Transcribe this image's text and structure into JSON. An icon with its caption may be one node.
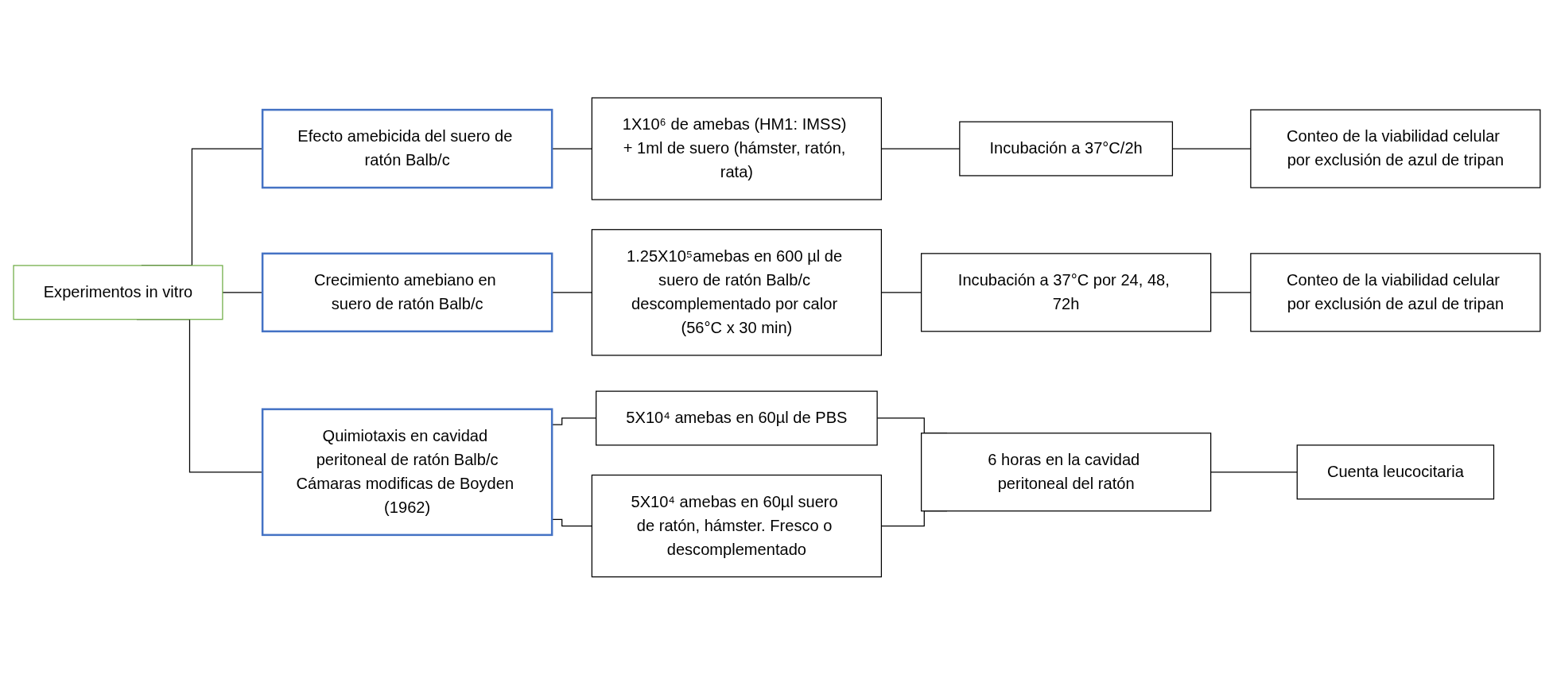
{
  "diagram": {
    "nodes": [
      {
        "text": [
          "Experimentos in vitro"
        ]
      },
      {
        "text": [
          "Efecto amebicida del suero de ratón Balb/c"
        ]
      },
      {
        "text": [
          "1X10⁶ de amebas (HM1: IMSS) + 1ml de suero (hámster, ratón, rata)"
        ]
      },
      {
        "text": [
          "Incubación a 37°C/2h"
        ]
      },
      {
        "text": [
          "Conteo de la viabilidad celular por exclusión de azul de tripan"
        ]
      },
      {
        "text": [
          "Crecimiento amebiano en suero de ratón Balb/c"
        ]
      },
      {
        "text": [
          "1.25X10⁵amebas en 600 µl de suero de ratón Balb/c descomplementado por calor (56°C x 30 min)"
        ]
      },
      {
        "text": [
          "Incubación a 37°C por 24, 48, 72h"
        ]
      },
      {
        "text": [
          "Conteo de la viabilidad celular por exclusión de azul de tripan"
        ]
      },
      {
        "text": [
          "Quimiotaxis en cavidad peritoneal de ratón Balb/c",
          "Cámaras modificas de Boyden (1962)"
        ]
      },
      {
        "text": [
          "5X10⁴ amebas en 60µl de PBS"
        ]
      },
      {
        "text": [
          "5X10⁴ amebas en 60µl suero de ratón, hámster. Fresco o descomplementado"
        ]
      },
      {
        "text": [
          "6 horas en la cavidad peritoneal del ratón"
        ]
      },
      {
        "text": [
          "Cuenta leucocitaria"
        ]
      }
    ],
    "edges": [
      {
        "from": 0,
        "to": 1,
        "arrow": "none"
      },
      {
        "from": 0,
        "to": 5,
        "arrow": "none"
      },
      {
        "from": 0,
        "to": 9,
        "arrow": "none"
      },
      {
        "from": 1,
        "to": 2,
        "arrow": "none"
      },
      {
        "from": 2,
        "to": 3,
        "arrow": "none"
      },
      {
        "from": 3,
        "to": 4,
        "arrow": "none"
      },
      {
        "from": 5,
        "to": 6,
        "arrow": "none"
      },
      {
        "from": 6,
        "to": 7,
        "arrow": "none"
      },
      {
        "from": 7,
        "to": 8,
        "arrow": "none"
      },
      {
        "from": 9,
        "to": 10,
        "arrow": "none"
      },
      {
        "from": 9,
        "to": 11,
        "arrow": "none"
      },
      {
        "from": 10,
        "to": 12,
        "arrow": "none"
      },
      {
        "from": 11,
        "to": 12,
        "arrow": "none"
      },
      {
        "from": 12,
        "to": 13,
        "arrow": "none"
      }
    ]
  }
}
